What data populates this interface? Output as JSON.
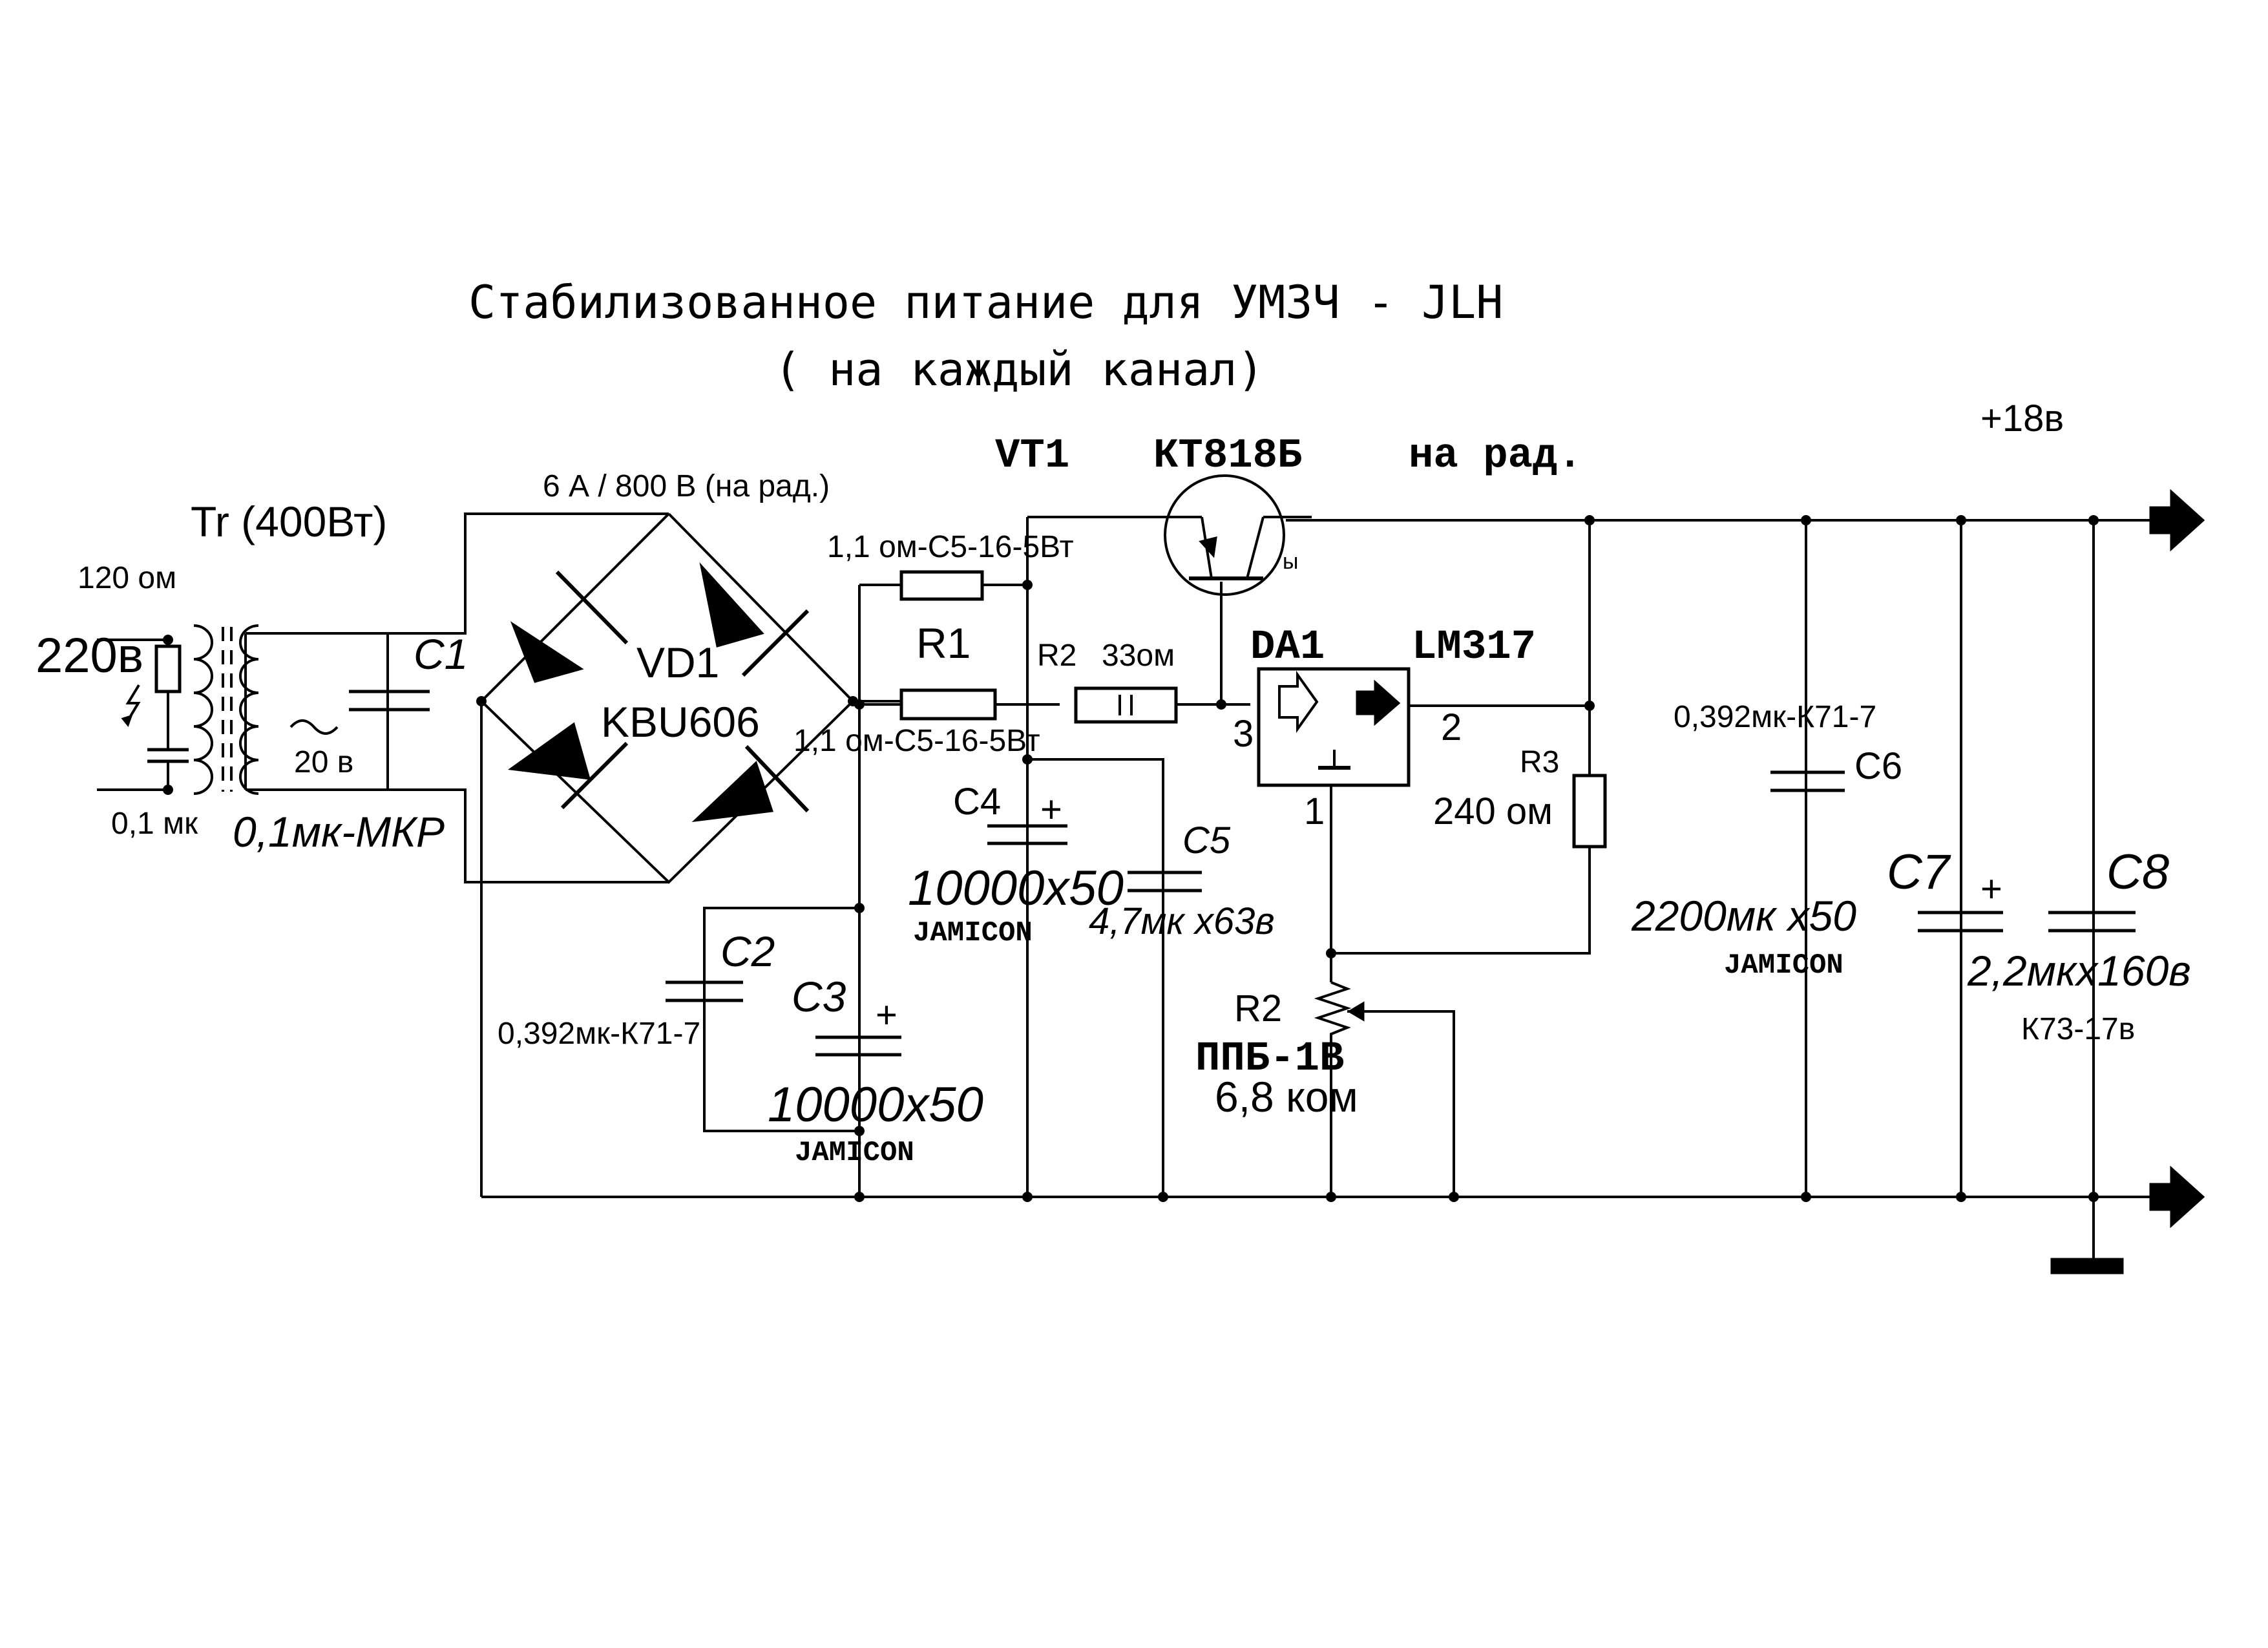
{
  "title": {
    "line1": "Стабилизованное питание для УМЗЧ - JLH",
    "line2": "( на каждый канал)"
  },
  "output": {
    "plus": "+18в"
  },
  "transformer": {
    "name": "Tr (400Вт)",
    "primary": "220в",
    "secondary": "20 в"
  },
  "mains_filter": {
    "resistor": "120 ом",
    "capacitor": "0,1 мк"
  },
  "c1": {
    "name": "C1",
    "value": "0,1мк-МКР"
  },
  "bridge": {
    "name": "VD1",
    "part": "KBU606",
    "rating": "6 А / 800 В (на рад.)"
  },
  "transistor": {
    "name": "VT1",
    "part": "КТ818Б",
    "note": "на рад."
  },
  "r1": {
    "name": "R1",
    "value_top": "1,1 ом-С5-16-5Вт",
    "value_bottom": "1,1 ом-С5-16-5Вт"
  },
  "r2_series": {
    "name": "R2",
    "value": "33ом"
  },
  "regulator": {
    "name": "DA1",
    "part": "LM317",
    "pin_in": "3",
    "pin_out": "2",
    "pin_adj": "1"
  },
  "r3": {
    "name": "R3",
    "value": "240 ом"
  },
  "r2_trim": {
    "name": "R2",
    "type": "ППБ-1В",
    "value": "6,8 ком"
  },
  "c2": {
    "name": "C2",
    "value": "0,392мк-К71-7"
  },
  "c3": {
    "name": "C3",
    "value": "10000х50",
    "brand": "JAMICON"
  },
  "c4": {
    "name": "C4",
    "value": "10000х50",
    "brand": "JAMICON"
  },
  "c5": {
    "name": "C5",
    "value": "4,7мк х63в"
  },
  "c6": {
    "name": "C6",
    "value": "0,392мк-К71-7"
  },
  "c7": {
    "name": "C7",
    "value": "2200мк х50",
    "brand": "JAMICON"
  },
  "c8": {
    "name": "C8",
    "value": "2,2мкх160в",
    "type": "К73-17в"
  },
  "polarity": {
    "plus": "+"
  },
  "pin_mark": "ы"
}
